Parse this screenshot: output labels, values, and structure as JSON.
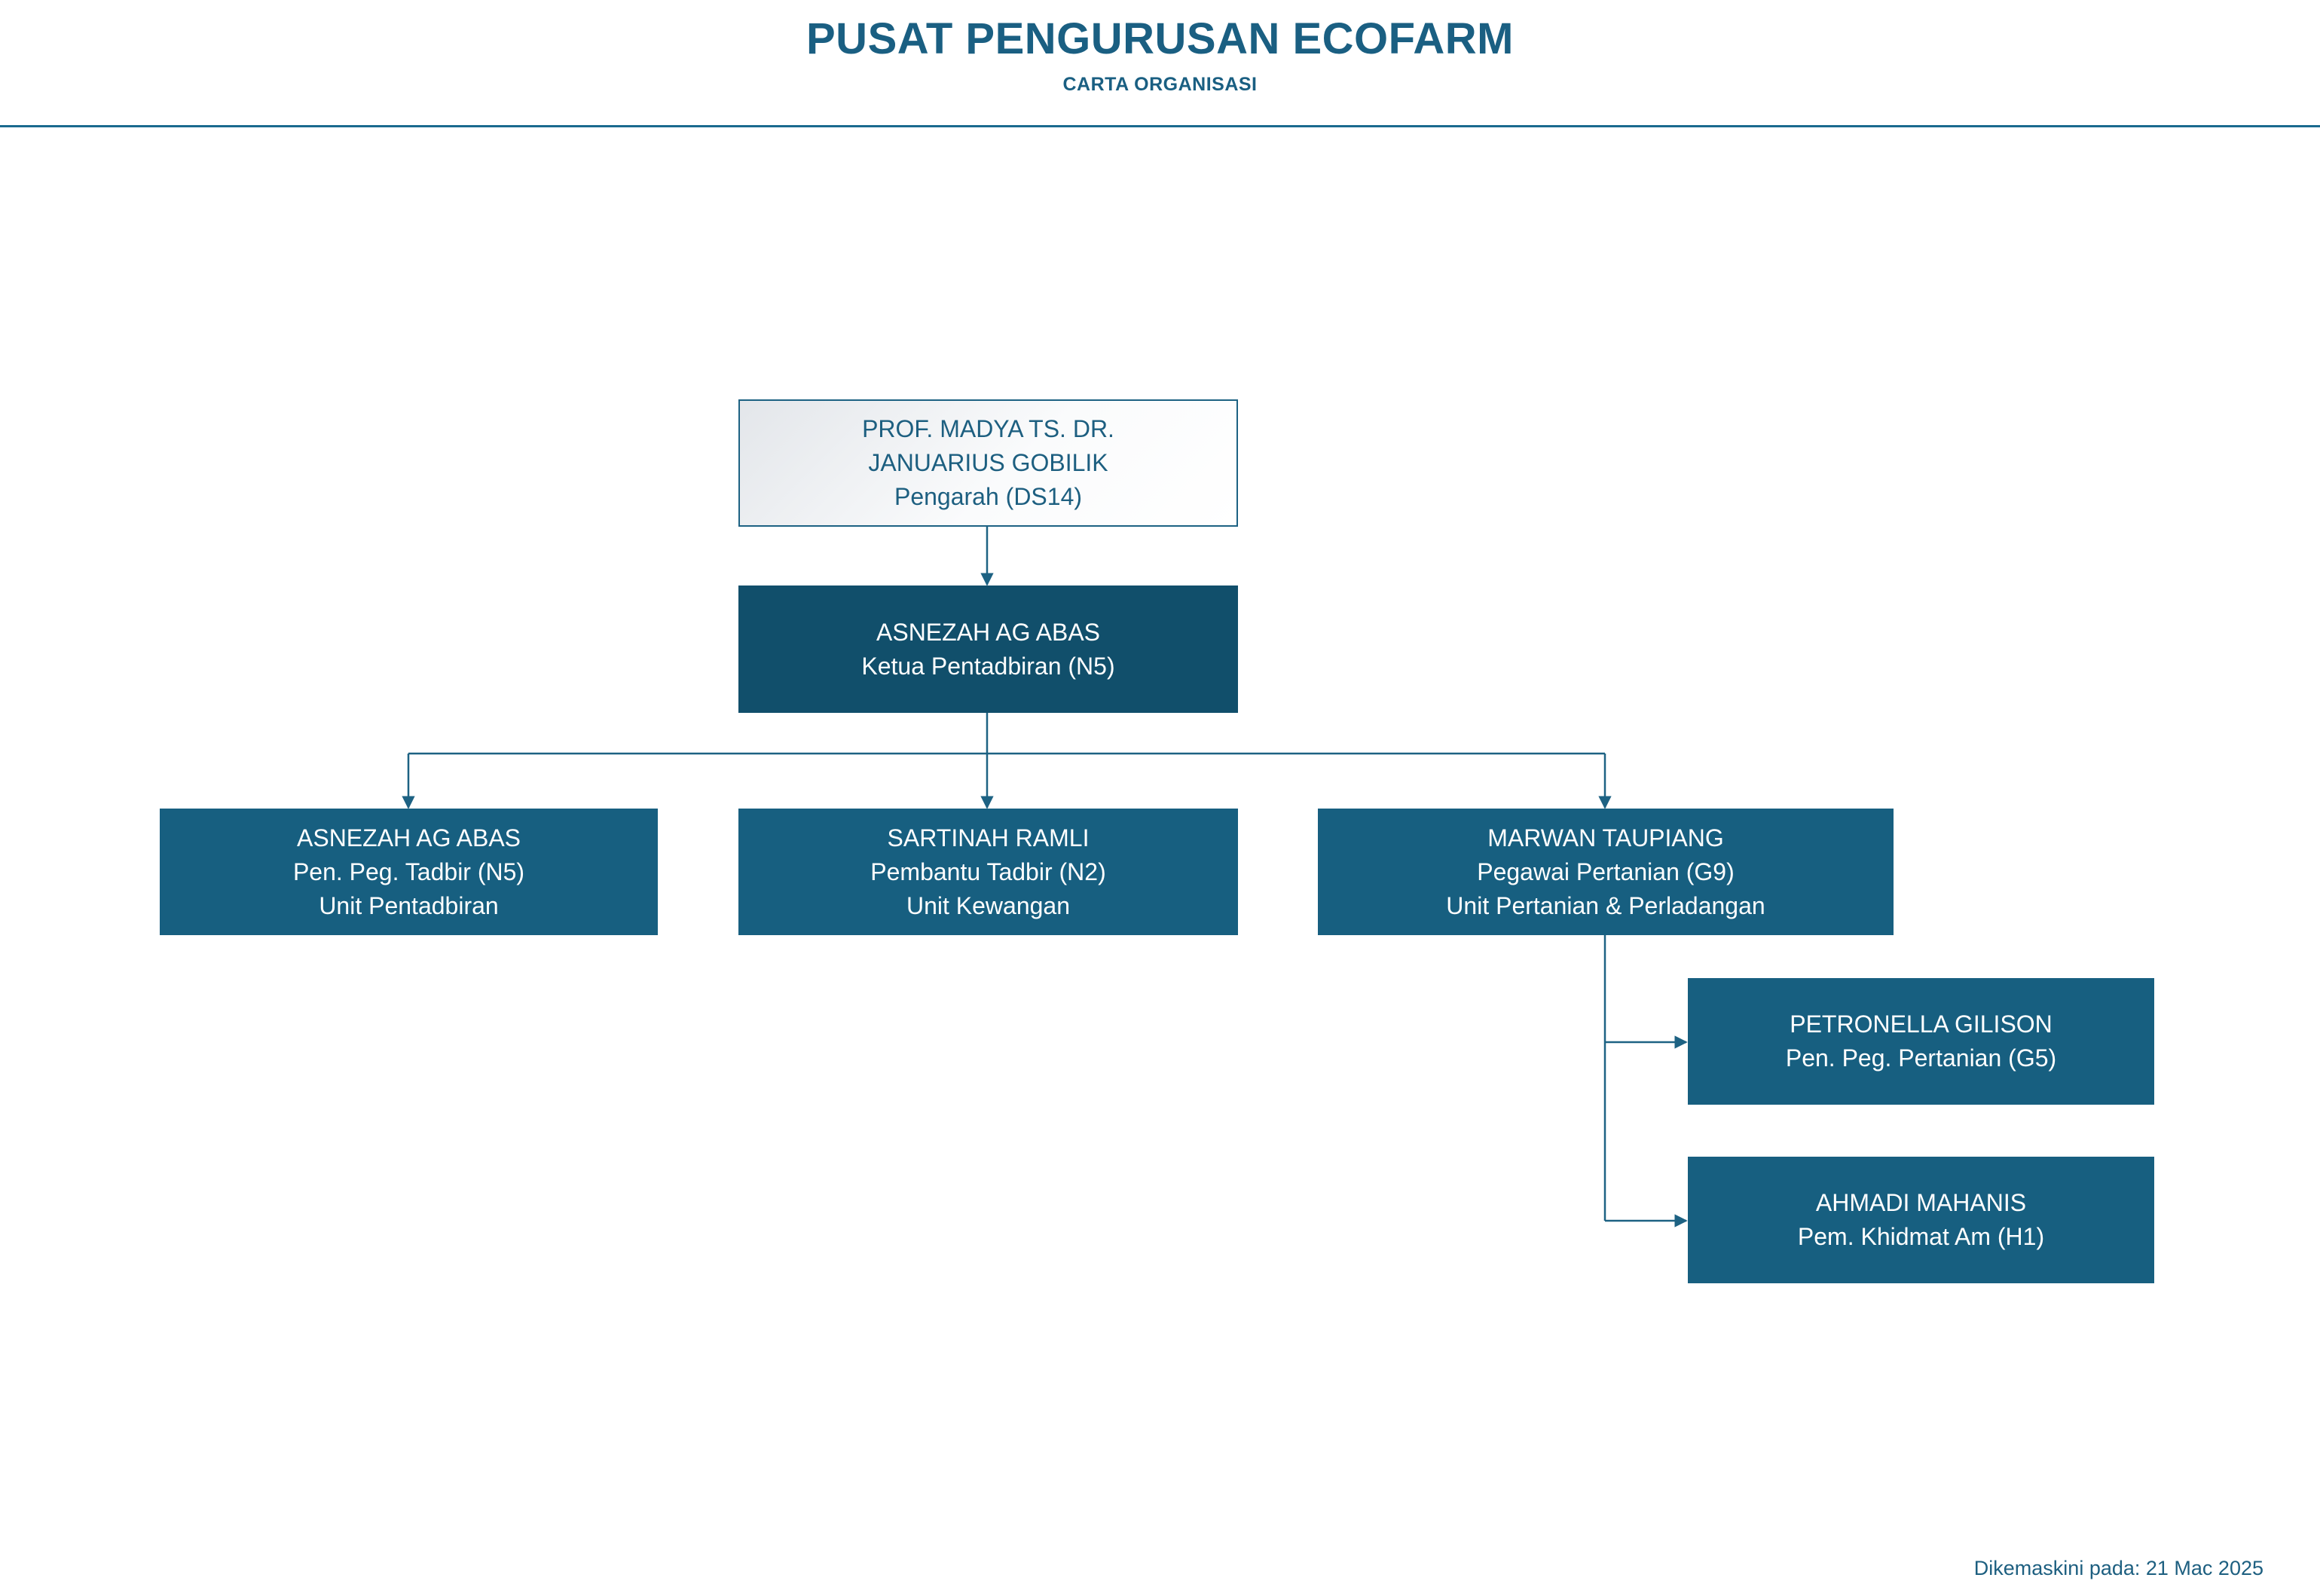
{
  "header": {
    "title": "PUSAT PENGURUSAN ECOFARM",
    "subtitle": "CARTA ORGANISASI"
  },
  "chart": {
    "director": {
      "line1": "PROF. MADYA TS. DR.",
      "line2": "JANUARIUS GOBILIK",
      "line3": "Pengarah (DS14)"
    },
    "admin_head": {
      "name": "ASNEZAH AG ABAS",
      "role": "Ketua Pentadbiran (N5)"
    },
    "units": [
      {
        "name": "ASNEZAH AG ABAS",
        "role": "Pen. Peg. Tadbir (N5)",
        "unit": "Unit Pentadbiran"
      },
      {
        "name": "SARTINAH RAMLI",
        "role": "Pembantu Tadbir (N2)",
        "unit": "Unit Kewangan"
      },
      {
        "name": "MARWAN TAUPIANG",
        "role": "Pegawai Pertanian (G9)",
        "unit": "Unit Pertanian & Perladangan"
      }
    ],
    "subordinates": [
      {
        "name": "PETRONELLA GILISON",
        "role": "Pen. Peg. Pertanian (G5)"
      },
      {
        "name": "AHMADI MAHANIS",
        "role": "Pem. Khidmat Am (H1)"
      }
    ]
  },
  "footer": {
    "updated": "Dikemaskini pada: 21 Mac 2025"
  },
  "colors": {
    "primary": "#1a5f82",
    "box_dark": "#114f6b",
    "box_teal": "#175f80",
    "connector": "#1d6283"
  }
}
